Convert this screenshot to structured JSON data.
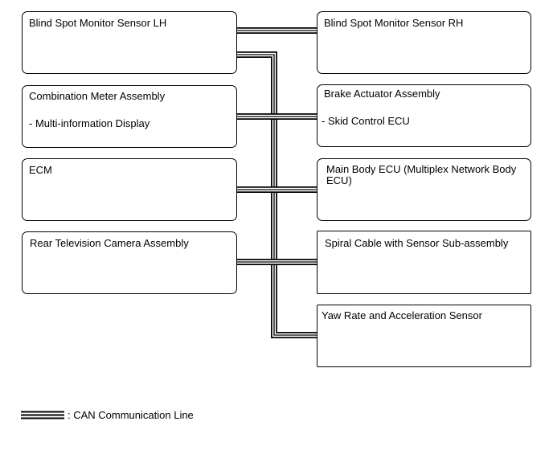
{
  "diagram": {
    "left_components": [
      {
        "id": "bsm-lh",
        "name": "Blind Spot Monitor Sensor LH",
        "sub": ""
      },
      {
        "id": "combination-meter",
        "name": "Combination Meter Assembly",
        "sub": "- Multi-information Display"
      },
      {
        "id": "ecm",
        "name": "ECM",
        "sub": ""
      },
      {
        "id": "rear-tv-camera",
        "name": "Rear Television Camera Assembly",
        "sub": ""
      }
    ],
    "right_components": [
      {
        "id": "bsm-rh",
        "name": "Blind Spot Monitor Sensor RH",
        "sub": ""
      },
      {
        "id": "brake-actuator",
        "name": "Brake Actuator Assembly",
        "sub": "- Skid Control ECU"
      },
      {
        "id": "main-body-ecu",
        "name": "Main Body ECU (Multiplex Network Body\nECU)",
        "sub": ""
      },
      {
        "id": "spiral-cable",
        "name": "Spiral Cable with Sensor Sub-assembly",
        "sub": ""
      },
      {
        "id": "yaw-rate-sensor",
        "name": "Yaw Rate and Acceleration Sensor",
        "sub": ""
      }
    ],
    "legend": {
      "label": ": CAN Communication Line"
    }
  }
}
